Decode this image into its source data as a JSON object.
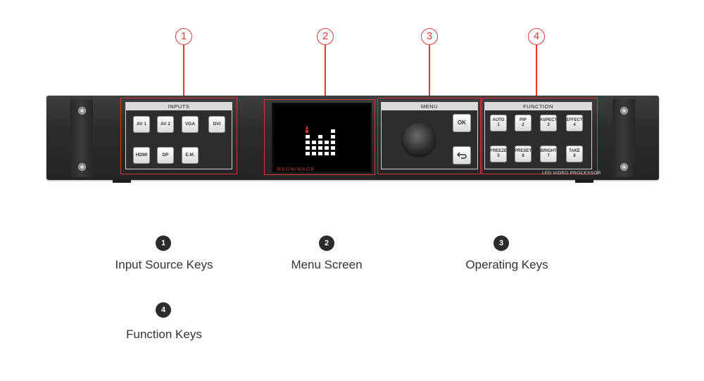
{
  "callouts": [
    "1",
    "2",
    "3",
    "4"
  ],
  "panels": {
    "inputs_title": "INPUTS",
    "menu_title": "MENU",
    "function_title": "FUNCTION"
  },
  "inputs_keys": [
    "AV 1",
    "AV 2",
    "VGA",
    "DVI",
    "HDMI",
    "DP",
    "E.M."
  ],
  "menu_keys": {
    "ok": "OK"
  },
  "function_keys": [
    {
      "name": "AUTO",
      "num": "1"
    },
    {
      "name": "PIP",
      "num": "2"
    },
    {
      "name": "ASPECT",
      "num": "3"
    },
    {
      "name": "EFFECT",
      "num": "4"
    },
    {
      "name": "FREEZE",
      "num": "5"
    },
    {
      "name": "PRESET",
      "num": "6"
    },
    {
      "name": "BRIGHT",
      "num": "7"
    },
    {
      "name": "TAKE",
      "num": "8"
    }
  ],
  "device": {
    "brand": "MAGNIMAGE",
    "model_label": "LED VIDEO PROCESSOR"
  },
  "legend": [
    {
      "num": "1",
      "label": "Input Source Keys"
    },
    {
      "num": "2",
      "label": "Menu Screen"
    },
    {
      "num": "3",
      "label": "Operating Keys"
    },
    {
      "num": "4",
      "label": "Function Keys"
    }
  ],
  "colors": {
    "accent_red": "#e03a3a",
    "chassis": "#2b2c2e",
    "badge": "#2b2b2b"
  }
}
